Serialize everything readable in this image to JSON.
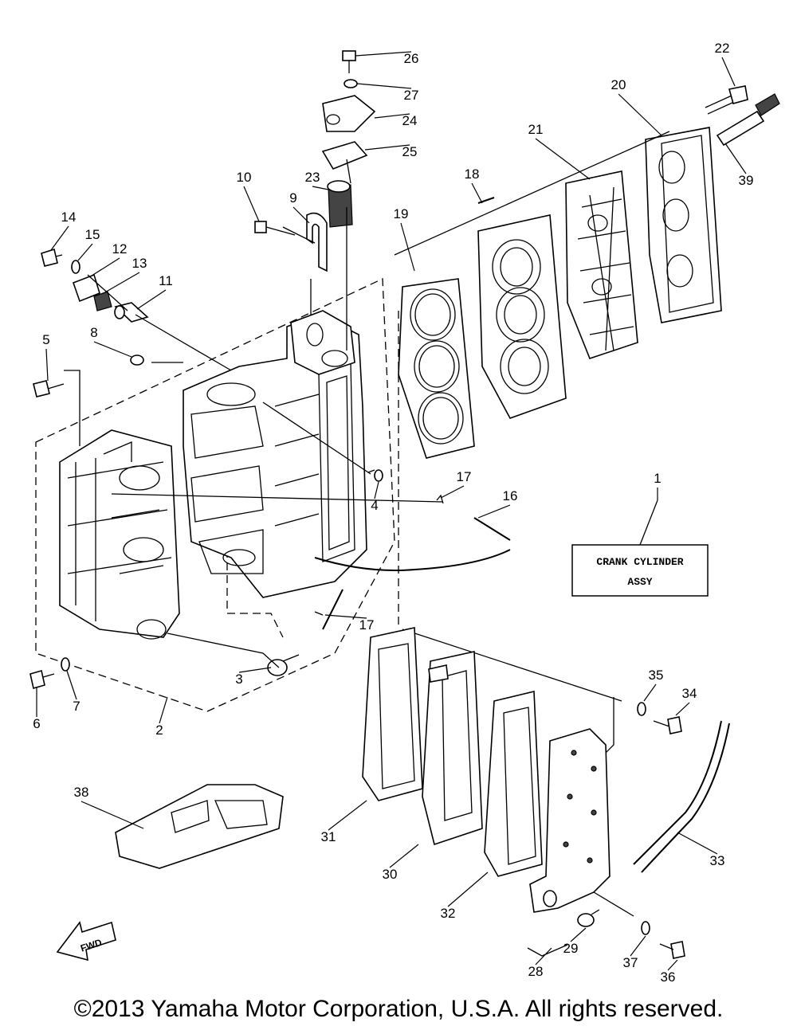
{
  "diagram": {
    "part_labels": [
      "1",
      "2",
      "3",
      "4",
      "5",
      "6",
      "7",
      "8",
      "9",
      "10",
      "11",
      "12",
      "13",
      "14",
      "15",
      "16",
      "17",
      "17",
      "18",
      "19",
      "20",
      "21",
      "22",
      "23",
      "24",
      "25",
      "26",
      "27",
      "28",
      "29",
      "30",
      "31",
      "32",
      "33",
      "34",
      "35",
      "36",
      "37",
      "38",
      "39"
    ],
    "assembly_box": {
      "line1": "CRANK CYLINDER",
      "line2": "ASSY"
    },
    "fwd_arrow": "FWD"
  },
  "copyright": "©2013 Yamaha Motor Corporation, U.S.A. All rights reserved."
}
